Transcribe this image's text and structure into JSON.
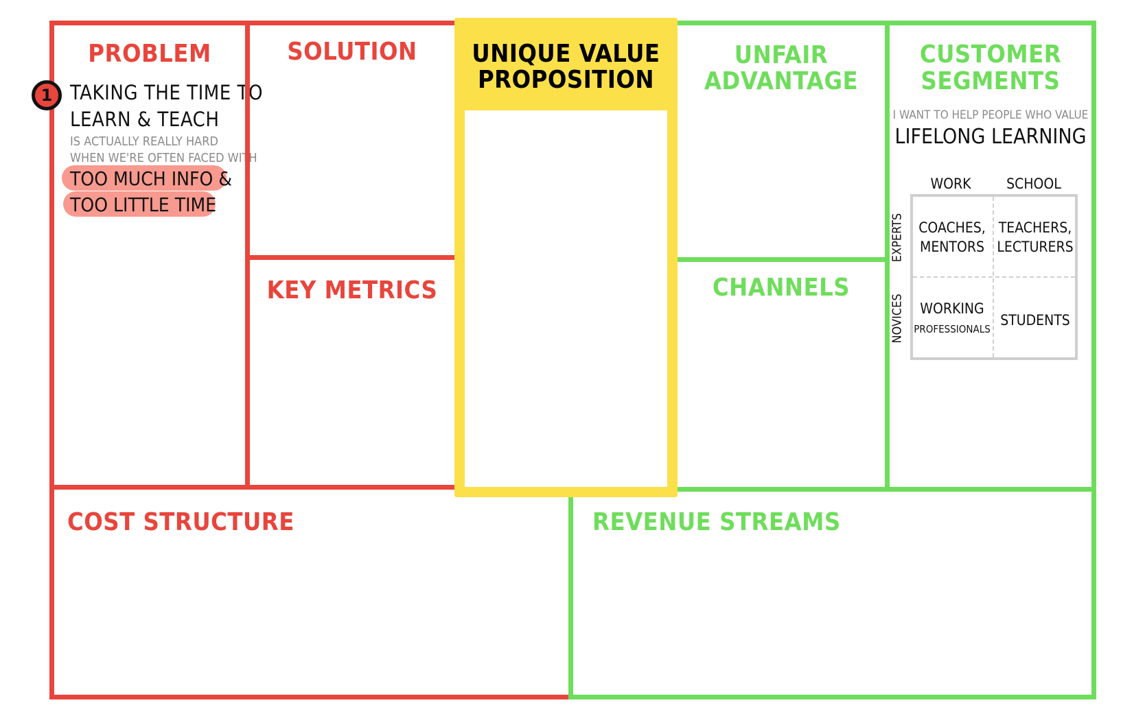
{
  "colors": {
    "red": "#e8453c",
    "green": "#6fdd5c",
    "yellow": "#fbe04a",
    "highlight": "#f89a8f"
  },
  "problem": {
    "title": "PROBLEM",
    "step_number": "1",
    "main_line1": "TAKING THE TIME TO",
    "main_line2": "LEARN & TEACH",
    "sub_line1": "IS ACTUALLY REALLY HARD",
    "sub_line2": "WHEN WE'RE OFTEN FACED WITH",
    "highlight1": "TOO MUCH INFO &",
    "highlight2": "TOO LITTLE TIME"
  },
  "solution": {
    "title": "SOLUTION"
  },
  "key_metrics": {
    "title": "KEY METRICS"
  },
  "uvp": {
    "title_line1": "UNIQUE VALUE",
    "title_line2": "PROPOSITION"
  },
  "unfair_advantage": {
    "title": "UNFAIR ADVANTAGE"
  },
  "channels": {
    "title": "CHANNELS"
  },
  "customer_segments": {
    "title_line1": "CUSTOMER",
    "title_line2": "SEGMENTS",
    "intro": "I WANT TO HELP PEOPLE WHO VALUE",
    "value": "LIFELONG LEARNING",
    "matrix": {
      "col_headers": [
        "WORK",
        "SCHOOL"
      ],
      "row_headers": [
        "EXPERTS",
        "NOVICES"
      ],
      "cells": {
        "expert_work_line1": "COACHES,",
        "expert_work_line2": "MENTORS",
        "expert_school_line1": "TEACHERS,",
        "expert_school_line2": "LECTURERS",
        "novice_work_line1": "WORKING",
        "novice_work_line2": "PROFESSIONALS",
        "novice_school": "STUDENTS"
      }
    }
  },
  "cost_structure": {
    "title": "COST STRUCTURE"
  },
  "revenue_streams": {
    "title": "REVENUE STREAMS"
  }
}
